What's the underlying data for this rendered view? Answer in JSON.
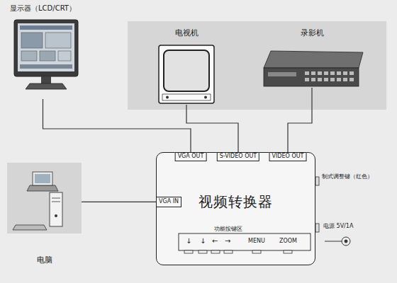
{
  "diagram": {
    "nodes": [
      {
        "text": [
          "显示器（LCD/CRT）"
        ]
      },
      {
        "text": [
          "电视机"
        ]
      },
      {
        "text": [
          "录影机"
        ]
      },
      {
        "text": [
          "电脑"
        ]
      },
      {
        "text": [
          "视频转换器"
        ]
      },
      {
        "text": [
          "VGA OUT"
        ],
        "in": 4
      },
      {
        "text": [
          "S-VIDEO OUT"
        ],
        "in": 4
      },
      {
        "text": [
          "VIDEO OUT"
        ],
        "in": 4
      },
      {
        "text": [
          "VGA IN"
        ],
        "in": 4
      }
    ],
    "edges": [
      {
        "from": 0,
        "to": 5,
        "arrow": "none"
      },
      {
        "from": 1,
        "to": 6,
        "arrow": "none"
      },
      {
        "from": 2,
        "to": 7,
        "arrow": "none"
      },
      {
        "from": 3,
        "to": 8,
        "arrow": "none"
      }
    ],
    "labels": [
      "功能按键区",
      "↓",
      "↓",
      "←",
      "→",
      "MENU",
      "ZOOM",
      "制式调整键（红色）",
      "电源 5V/1A"
    ]
  }
}
